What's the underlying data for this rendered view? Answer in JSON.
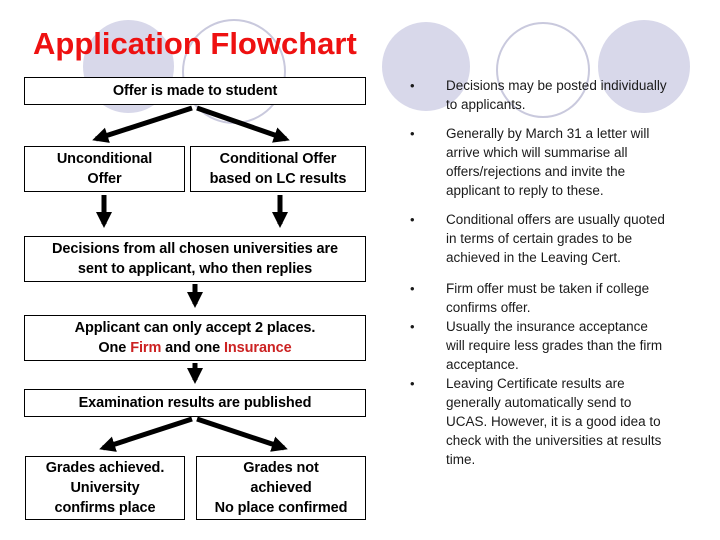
{
  "slide": {
    "title": "Application Flowchart"
  },
  "colors": {
    "title_red": "#ee1111",
    "accent_red": "#cc2222",
    "circle_fill": "#d8d8ea",
    "circle_outline": "#c9c9dd",
    "box_border": "#000000",
    "body_text": "#1a1a1a"
  },
  "bullet_char": "•",
  "flowchart": {
    "offer": {
      "lines": [
        "Offer is made to student"
      ]
    },
    "unconditional": {
      "lines": [
        "Unconditional",
        "Offer"
      ]
    },
    "conditional": {
      "lines": [
        "Conditional Offer",
        "based on LC results"
      ]
    },
    "decisions": {
      "lines": [
        "Decisions from all chosen universities are",
        "sent to applicant, who then replies"
      ]
    },
    "applicant": {
      "line1": "Applicant can only accept 2 places.",
      "line2": [
        {
          "text": "One ",
          "red": false
        },
        {
          "text": "Firm",
          "red": true
        },
        {
          "text": " and one ",
          "red": false
        },
        {
          "text": "Insurance",
          "red": true
        }
      ]
    },
    "examination": {
      "lines": [
        "Examination results are published"
      ]
    },
    "grades_achieved": {
      "lines": [
        "Grades achieved.",
        "University",
        "confirms place"
      ]
    },
    "grades_not_achieved": {
      "lines": [
        "Grades not",
        "achieved",
        "No place confirmed"
      ]
    }
  },
  "bullets": [
    {
      "text": "Decisions may be posted individually to applicants."
    },
    {
      "text": "Generally by March 31 a letter will arrive which will summarise all offers/rejections and invite the applicant to reply to these."
    },
    {
      "text": "Conditional offers are usually quoted in terms of certain grades to be achieved in the Leaving Cert."
    },
    {
      "text": "Firm offer must be taken if college confirms offer."
    },
    {
      "text": "Usually the insurance acceptance will require less grades than the firm acceptance."
    },
    {
      "text": "Leaving Certificate results are generally automatically send to UCAS.  However, it is a good idea to check with the universities at results time."
    }
  ]
}
